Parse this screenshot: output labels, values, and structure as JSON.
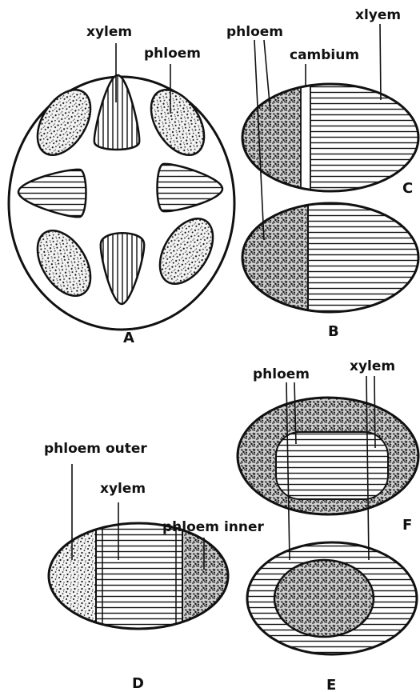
{
  "labels": {
    "a_xylem": "xylem",
    "a_phloem": "phloem",
    "bc_phloem": "phloem",
    "bc_cambium": "cambium",
    "c_xylem": "xlyem",
    "d_phloem_outer": "phloem outer",
    "d_xylem": "xylem",
    "d_phloem_inner": "phloem inner",
    "ef_phloem": "phloem",
    "ef_xylem": "xylem"
  },
  "letters": {
    "a": "A",
    "b": "B",
    "c": "C",
    "d": "D",
    "e": "E",
    "f": "F"
  }
}
